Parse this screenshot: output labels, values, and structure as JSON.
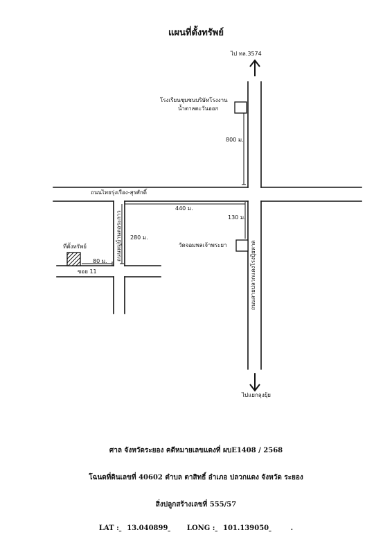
{
  "title": "แผนที่ตั้งทรัพย์",
  "labels": {
    "to_north": "ไป ทล.3574",
    "school_line1": "โรงเรียนชุมชนบริษัทโรงงาน",
    "school_line2": "น้ำตาลตะวันออก",
    "dist_800": "800 ม.",
    "road_main_h": "ถนนไทยรุ่งเรือง-สุรศักดิ์",
    "dist_440": "440 ม.",
    "dist_130": "130 ม.",
    "dist_280": "280 ม.",
    "temple": "วัดจอมพลเจ้าพระยา",
    "road_village": "ถนนหมู่บ้านตอระกาว",
    "property": "ที่ตั้งทรัพย์",
    "dist_80": "80 ม.",
    "soi": "ซอย 11",
    "road_main_v": "ถนนสายปลวกแดงโรงปุ้ยหาด",
    "to_south": "ไปแยกลุงยุ้ย"
  },
  "footer": {
    "line1": "ศาล  จังหวัดระยอง  คดีหมายเลขแดงที่  ผบE1408  / 2568",
    "line2": "โฉนดที่ดินเลขที่  40602   ตำบล  ตาสิทธิ์   อำเภอ  ปลวกแดง   จังหวัด  ระยอง",
    "line3": "สิ่งปลูกสร้างเลขที่  555/57",
    "lat_label": "LAT :",
    "lat_value": "13.040899",
    "long_label": "LONG :",
    "long_value": "101.139050",
    "trailing": "."
  },
  "colors": {
    "ink": "#111111",
    "background": "#ffffff"
  }
}
